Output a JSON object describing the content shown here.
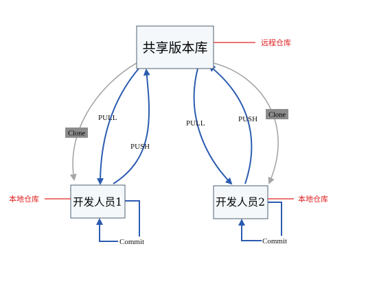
{
  "nodes": {
    "remote": {
      "label": "共享版本库"
    },
    "dev1": {
      "label": "开发人员1"
    },
    "dev2": {
      "label": "开发人员2"
    }
  },
  "annotations": {
    "remote_repo": "远程仓库",
    "local_repo_left": "本地仓库",
    "local_repo_right": "本地仓库"
  },
  "edges": {
    "clone_left": "Clone",
    "clone_right": "Clone",
    "pull_left": "PULL",
    "push_left": "PUSH",
    "pull_right": "PULL",
    "push_right": "PUSH",
    "commit_left": "Commit",
    "commit_right": "Commit"
  },
  "colors": {
    "blue_arrow": "#2a5bb0",
    "gray_arrow": "#a6a6a6",
    "red_annotation": "#e02020",
    "box_border": "#4d5f72",
    "box_fill": "#f4f8fb",
    "clone_label_bg": "#8c8c8c"
  }
}
